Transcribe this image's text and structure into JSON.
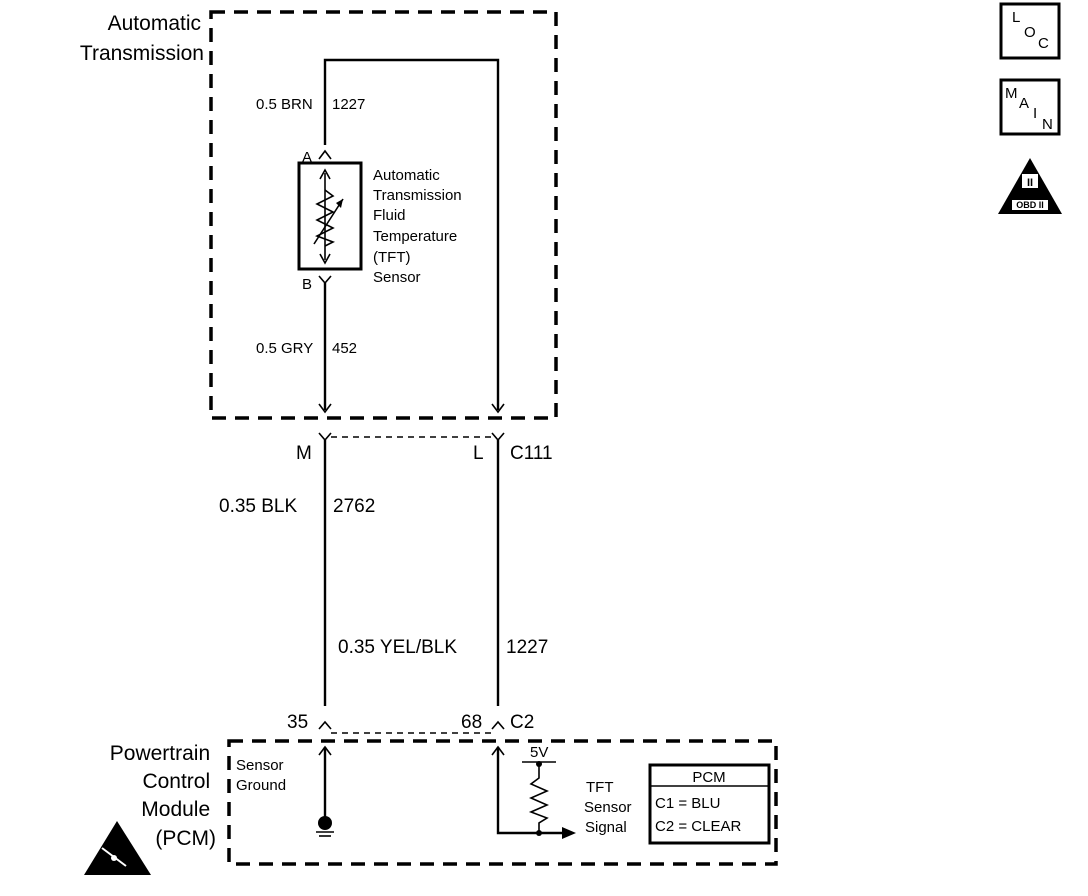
{
  "transmission": {
    "title_line1": "Automatic",
    "title_line2": "Transmission",
    "wire_top_label": "0.5 BRN",
    "wire_top_circuit": "1227",
    "wire_bottom_label": "0.5 GRY",
    "wire_bottom_circuit": "452",
    "pin_a": "A",
    "pin_b": "B",
    "sensor_lines": [
      "Automatic",
      "Transmission",
      "Fluid",
      "Temperature",
      "(TFT)",
      "Sensor"
    ]
  },
  "connector_c111": {
    "name": "C111",
    "pin_m": "M",
    "pin_l": "L"
  },
  "harness": {
    "blk_label": "0.35 BLK",
    "blk_circuit": "2762",
    "yel_label": "0.35 YEL/BLK",
    "yel_circuit": "1227"
  },
  "pcm": {
    "pin_35": "35",
    "pin_68": "68",
    "connector": "C2",
    "title_lines": [
      "Powertrain",
      "Control",
      "Module",
      "(PCM)"
    ],
    "sensor_ground_lines": [
      "Sensor",
      "Ground"
    ],
    "voltage": "5V",
    "signal_lines": [
      "TFT",
      "Sensor",
      "Signal"
    ],
    "table_header": "PCM",
    "table_rows": [
      "C1 = BLU",
      "C2 = CLEAR"
    ]
  },
  "side_icons": {
    "loc": [
      "L",
      "O",
      "C"
    ],
    "main": [
      "M",
      "A",
      "I",
      "N"
    ],
    "obd": "OBD II",
    "obd_numeral": "II"
  }
}
